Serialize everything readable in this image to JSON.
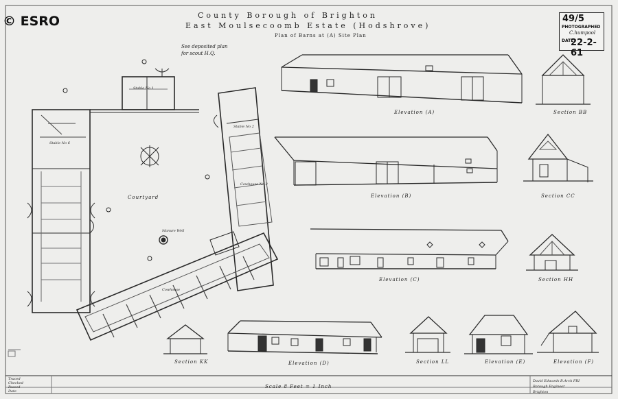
{
  "copyright": "© ESRO",
  "title": {
    "line1": "County Borough of Brighton",
    "line2": "East Moulsecoomb Estate (Hodshrove)",
    "line3": "Plan of Barns at (A) Site Plan"
  },
  "note": {
    "line1": "See deposited plan",
    "line2": "for scout H.Q."
  },
  "stamp": {
    "number": "49/5",
    "photographed": "PHOTOGRAPHED",
    "signature": "C.humpool",
    "date_label": "DATE",
    "date": "22-2-61"
  },
  "plan_labels": {
    "courtyard": "Courtyard",
    "stable_1": "Stable No 1",
    "stable_2": "Stable No 2",
    "stable_6": "Stable No 6",
    "cowhouse": "Cowhouse",
    "cowhouse_2": "Cowhouse No 3",
    "manure_well": "Manure Well"
  },
  "elevations": {
    "a": "Elevation (A)",
    "b": "Elevation (B)",
    "c": "Elevation (C)",
    "d": "Elevation (D)",
    "e": "Elevation (E)",
    "f": "Elevation (F)"
  },
  "sections": {
    "bb": "Section BB",
    "cc": "Section CC",
    "hh": "Section HH",
    "kk": "Section KK",
    "ll": "Section LL"
  },
  "scale": "Scale 8 Feet = 1 Inch",
  "titleblock": {
    "line1": "David Edwards  B.Arch  FRI",
    "line2": "Borough Engineer",
    "line3": "Brighton"
  },
  "revisions": [
    "Traced",
    "Checked",
    "Passed",
    "Date"
  ]
}
